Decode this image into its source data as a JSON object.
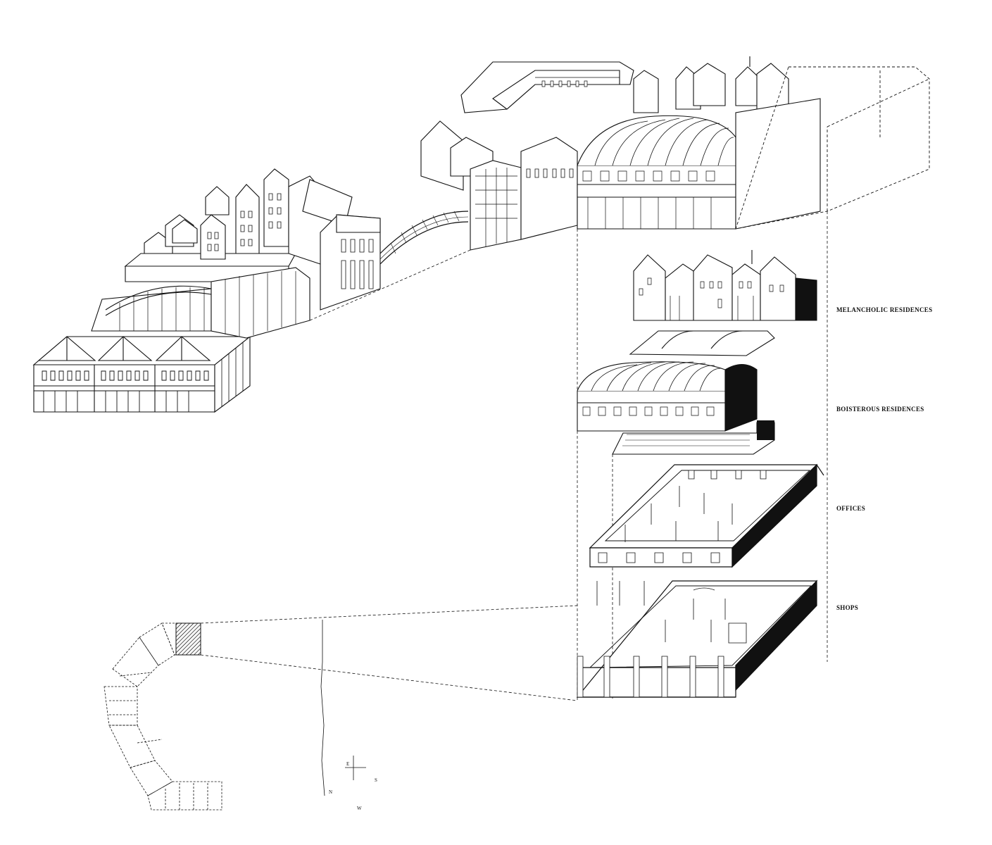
{
  "labels": {
    "melancholic": "MELANCHOLIC RESIDENCES",
    "boisterous": "BOISTEROUS RESIDENCES",
    "offices": "OFFICES",
    "shops": "SHOPS"
  },
  "compass": {
    "n": "N",
    "e": "E",
    "s": "S",
    "w": "W"
  },
  "colors": {
    "ink": "#111111",
    "paper": "#ffffff"
  }
}
